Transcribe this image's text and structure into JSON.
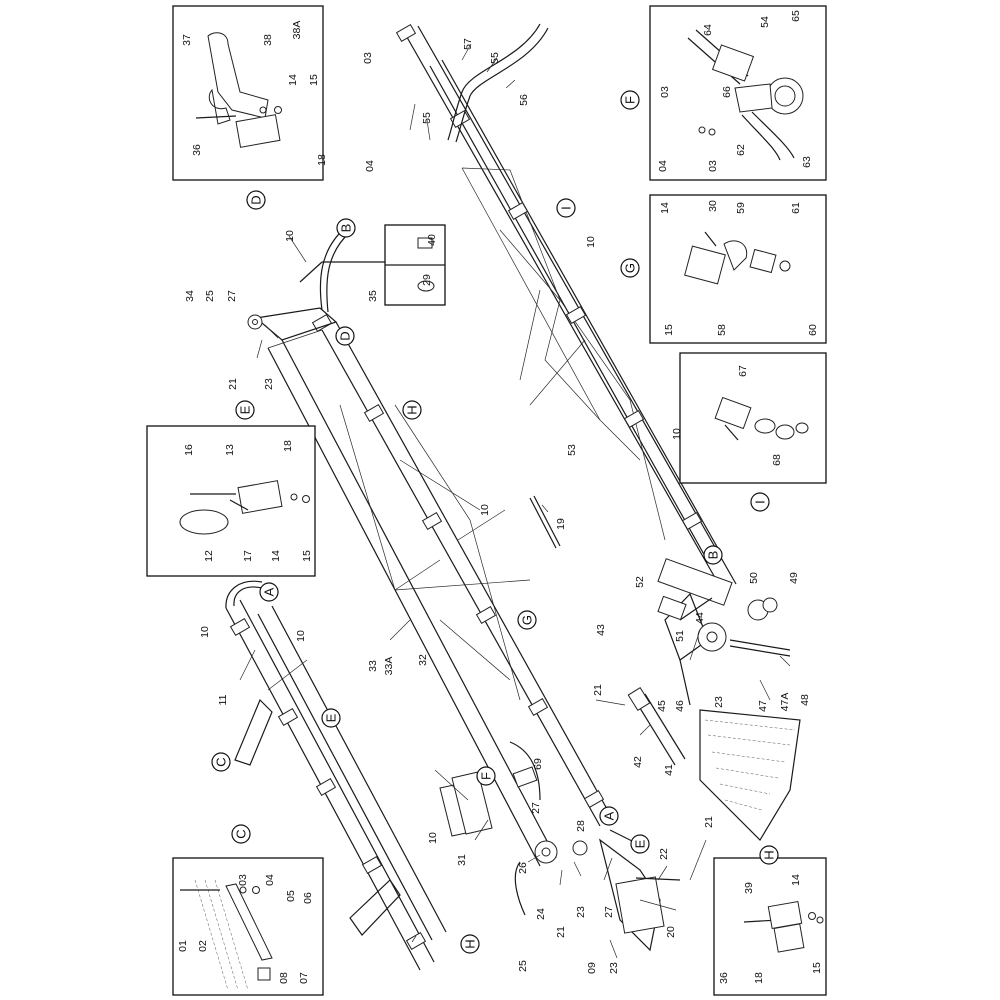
{
  "drawing": {
    "description_title": "",
    "part_labels": [
      {
        "t": "03"
      },
      {
        "t": "57"
      },
      {
        "t": "56"
      },
      {
        "t": "55"
      },
      {
        "t": "55"
      },
      {
        "t": "04"
      },
      {
        "t": "64"
      },
      {
        "t": "54"
      },
      {
        "t": "65"
      },
      {
        "t": "66"
      },
      {
        "t": "03"
      },
      {
        "t": "04"
      },
      {
        "t": "03"
      },
      {
        "t": "62"
      },
      {
        "t": "63"
      },
      {
        "t": "37"
      },
      {
        "t": "38"
      },
      {
        "t": "38A"
      },
      {
        "t": "14"
      },
      {
        "t": "15"
      },
      {
        "t": "36"
      },
      {
        "t": "18"
      },
      {
        "t": "10"
      },
      {
        "t": "40"
      },
      {
        "t": "29"
      },
      {
        "t": "35"
      },
      {
        "t": "34"
      },
      {
        "t": "25"
      },
      {
        "t": "27"
      },
      {
        "t": "21"
      },
      {
        "t": "23"
      },
      {
        "t": "14"
      },
      {
        "t": "30"
      },
      {
        "t": "59"
      },
      {
        "t": "61"
      },
      {
        "t": "15"
      },
      {
        "t": "58"
      },
      {
        "t": "60"
      },
      {
        "t": "10"
      },
      {
        "t": "67"
      },
      {
        "t": "68"
      },
      {
        "t": "53"
      },
      {
        "t": "10"
      },
      {
        "t": "16"
      },
      {
        "t": "13"
      },
      {
        "t": "18"
      },
      {
        "t": "12"
      },
      {
        "t": "17"
      },
      {
        "t": "14"
      },
      {
        "t": "15"
      },
      {
        "t": "10"
      },
      {
        "t": "19"
      },
      {
        "t": "52"
      },
      {
        "t": "50"
      },
      {
        "t": "49"
      },
      {
        "t": "44"
      },
      {
        "t": "43"
      },
      {
        "t": "51"
      },
      {
        "t": "48"
      },
      {
        "t": "47"
      },
      {
        "t": "47A"
      },
      {
        "t": "46"
      },
      {
        "t": "45"
      },
      {
        "t": "23"
      },
      {
        "t": "21"
      },
      {
        "t": "42"
      },
      {
        "t": "41"
      },
      {
        "t": "10"
      },
      {
        "t": "10"
      },
      {
        "t": "11"
      },
      {
        "t": "33"
      },
      {
        "t": "33A"
      },
      {
        "t": "32"
      },
      {
        "t": "69"
      },
      {
        "t": "31"
      },
      {
        "t": "27"
      },
      {
        "t": "28"
      },
      {
        "t": "26"
      },
      {
        "t": "24"
      },
      {
        "t": "25"
      },
      {
        "t": "21"
      },
      {
        "t": "23"
      },
      {
        "t": "27"
      },
      {
        "t": "22"
      },
      {
        "t": "21"
      },
      {
        "t": "20"
      },
      {
        "t": "23"
      },
      {
        "t": "09"
      },
      {
        "t": "10"
      },
      {
        "t": "03"
      },
      {
        "t": "04"
      },
      {
        "t": "05"
      },
      {
        "t": "06"
      },
      {
        "t": "01"
      },
      {
        "t": "02"
      },
      {
        "t": "08"
      },
      {
        "t": "07"
      },
      {
        "t": "39"
      },
      {
        "t": "14"
      },
      {
        "t": "36"
      },
      {
        "t": "18"
      },
      {
        "t": "15"
      }
    ],
    "callouts": [
      {
        "t": "B"
      },
      {
        "t": "D"
      },
      {
        "t": "H"
      },
      {
        "t": "I"
      },
      {
        "t": "F"
      },
      {
        "t": "G"
      },
      {
        "t": "E"
      },
      {
        "t": "A"
      },
      {
        "t": "C"
      },
      {
        "t": "E"
      },
      {
        "t": "G"
      },
      {
        "t": "F"
      },
      {
        "t": "A"
      },
      {
        "t": "E"
      },
      {
        "t": "B"
      },
      {
        "t": "I"
      },
      {
        "t": "D"
      },
      {
        "t": "C"
      },
      {
        "t": "H"
      },
      {
        "t": "H"
      }
    ]
  }
}
